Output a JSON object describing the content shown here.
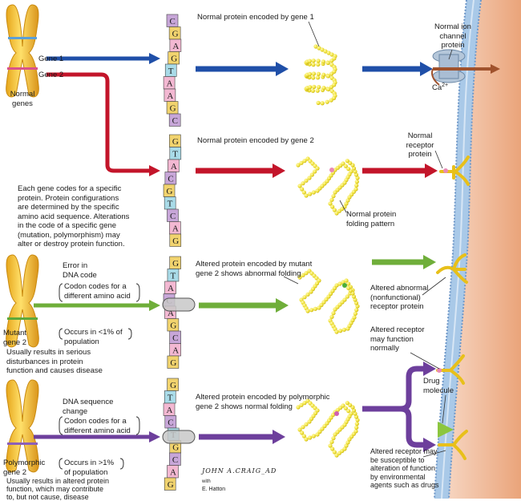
{
  "labels": {
    "gene1": "Gene 1",
    "gene2": "Gene 2",
    "normal_genes": "Normal\ngenes",
    "normal_protein_gene1": "Normal protein encoded by gene 1",
    "normal_ion_channel": "Normal ion\nchannel\nprotein",
    "calcium": "Ca",
    "calcium_charge": "2+",
    "normal_protein_gene2": "Normal protein encoded by gene 2",
    "normal_receptor": "Normal\nreceptor\nprotein",
    "normal_folding": "Normal protein\nfolding pattern",
    "explanation": "Each gene codes for a specific\nprotein. Protein configurations\nare determined by the specific\namino acid sequence. Alterations\nin the code of a specific gene\n(mutation, polymorphism) may\nalter or destroy protein function.",
    "error_dna": "Error in\nDNA code",
    "codon_mutant": "Codon codes for a\ndifferent amino acid",
    "altered_mutant": "Altered protein encoded by mutant\ngene 2 shows abnormal folding",
    "altered_abnormal_receptor": "Altered abnormal\n(nonfunctional)\nreceptor protein",
    "mutant_gene2": "Mutant\ngene 2",
    "occurs_less": "Occurs in <1% of\npopulation",
    "mutant_result": "Usually results in serious\ndisturbances in protein\nfunction and causes disease",
    "altered_may_function": "Altered receptor\nmay function\nnormally",
    "dna_change": "DNA sequence\nchange",
    "codon_poly": "Codon codes for a\ndifferent amino acid",
    "altered_poly": "Altered protein encoded by polymorphic\ngene 2 shows normal folding",
    "drug_molecule": "Drug\nmolecule",
    "poly_gene2": "Polymorphic\ngene 2",
    "occurs_more": "Occurs in >1%\nof population",
    "poly_result": "Usually results in altered protein\nfunction, which may contribute\nto, but not cause, disease",
    "altered_susceptible": "Altered receptor may\nbe susceptible to\nalteration of function\nby environmental\nagents such as drugs",
    "signature": "JOHN A.CRAIG_AD",
    "signature_with": "with",
    "signature_hatton": "E. Hatton"
  },
  "dna_strands": [
    {
      "name": "gene1",
      "bases": [
        "C",
        "G",
        "A",
        "G",
        "T",
        "A",
        "A",
        "G",
        "C"
      ]
    },
    {
      "name": "gene2",
      "bases": [
        "G",
        "T",
        "A",
        "C",
        "G",
        "T",
        "C",
        "A",
        "G"
      ]
    },
    {
      "name": "mutant",
      "bases": [
        "G",
        "T",
        "A",
        "C",
        "A",
        "G",
        "C",
        "A",
        "G"
      ]
    },
    {
      "name": "polymorphic",
      "bases": [
        "G",
        "T",
        "A",
        "C",
        "T",
        "G",
        "C",
        "A",
        "G"
      ]
    }
  ],
  "colors": {
    "A": "#f3b8d2",
    "T": "#a9dbe8",
    "G": "#f1d36e",
    "C": "#c7a6d8",
    "blue_arrow": "#1f4fa8",
    "red_arrow": "#c3152a",
    "green_arrow": "#6fae3a",
    "purple_arrow": "#6d3f9c",
    "membrane": "#f0b58f",
    "protein_bead": "#f1e23a"
  }
}
